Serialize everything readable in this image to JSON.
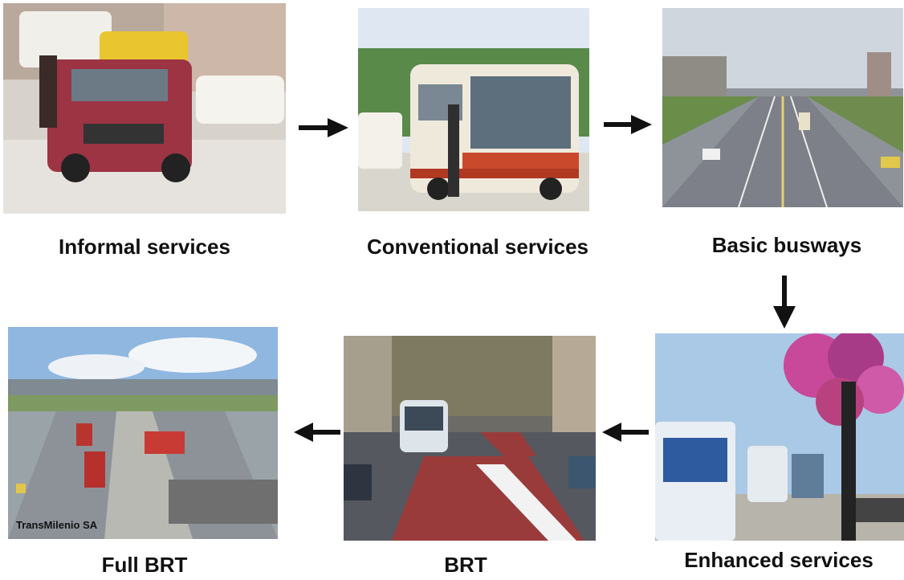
{
  "stages": {
    "informal": {
      "caption": "Informal services",
      "image": "informal-services-photo"
    },
    "conventional": {
      "caption": "Conventional services",
      "image": "conventional-bus-photo"
    },
    "basic": {
      "caption": "Basic busways",
      "image": "basic-busway-photo"
    },
    "enhanced": {
      "caption": "Enhanced services",
      "image": "enhanced-services-photo"
    },
    "brt": {
      "caption": "BRT",
      "image": "brt-lane-photo"
    },
    "full": {
      "caption": "Full BRT",
      "image": "full-brt-photo",
      "watermark": "TransMilenio SA"
    }
  },
  "flow_order": [
    "informal",
    "conventional",
    "basic",
    "enhanced",
    "brt",
    "full"
  ],
  "arrows": [
    "arrow-right-icon",
    "arrow-right-icon",
    "arrow-down-icon",
    "arrow-left-icon",
    "arrow-left-icon"
  ]
}
